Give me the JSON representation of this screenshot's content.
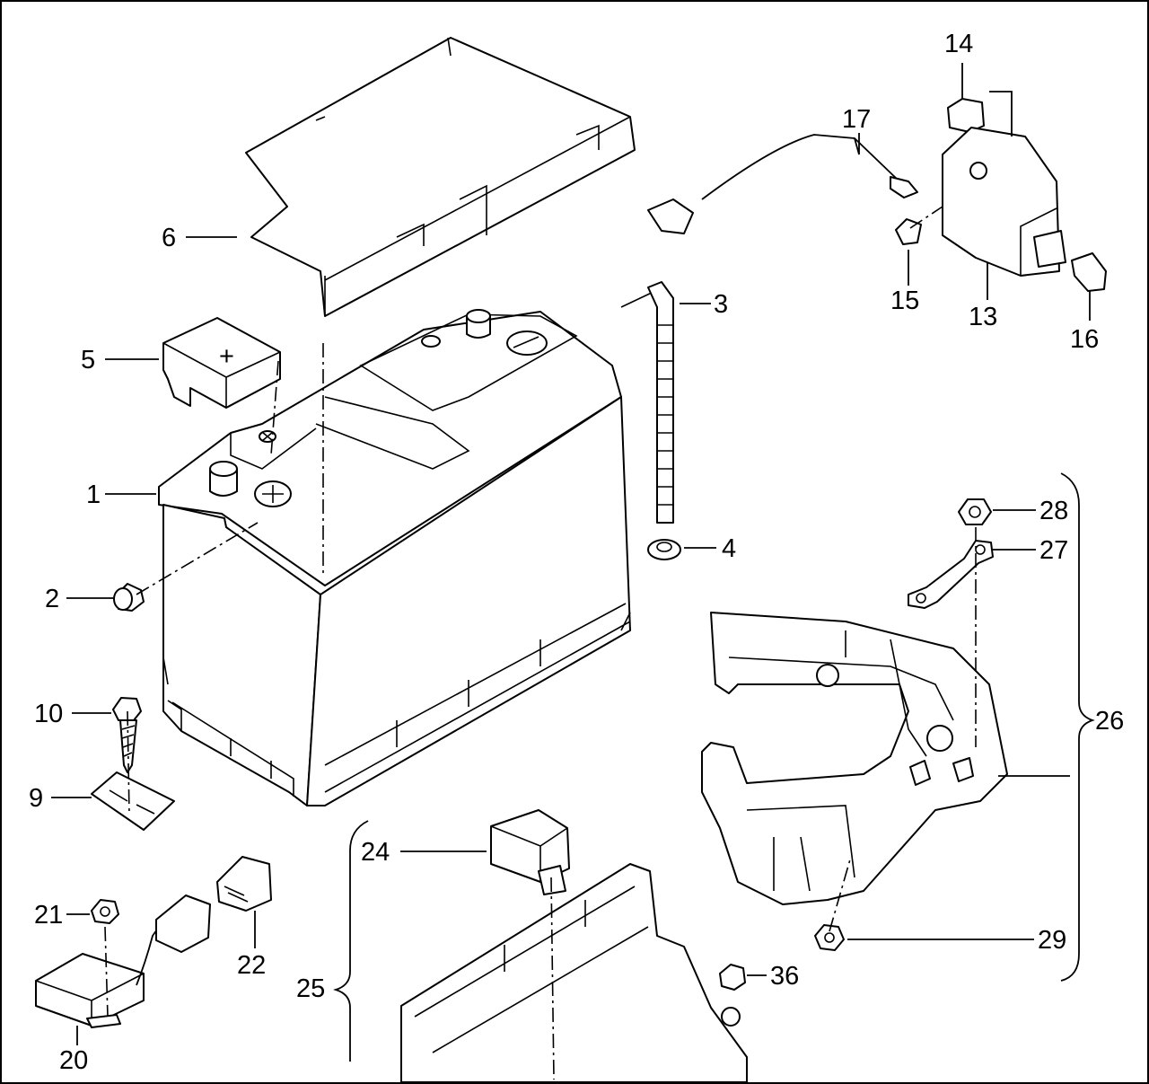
{
  "colors": {
    "line": "#000000",
    "background": "#ffffff"
  },
  "callouts": {
    "c1": "1",
    "c2": "2",
    "c3": "3",
    "c4": "4",
    "c5": "5",
    "c6": "6",
    "c9": "9",
    "c10": "10",
    "c13": "13",
    "c14": "14",
    "c15": "15",
    "c16": "16",
    "c17": "17",
    "c20": "20",
    "c21": "21",
    "c22": "22",
    "c24": "24",
    "c25": "25",
    "c26": "26",
    "c27": "27",
    "c28": "28",
    "c29": "29",
    "c36": "36"
  },
  "marks": {
    "plus": "+"
  }
}
